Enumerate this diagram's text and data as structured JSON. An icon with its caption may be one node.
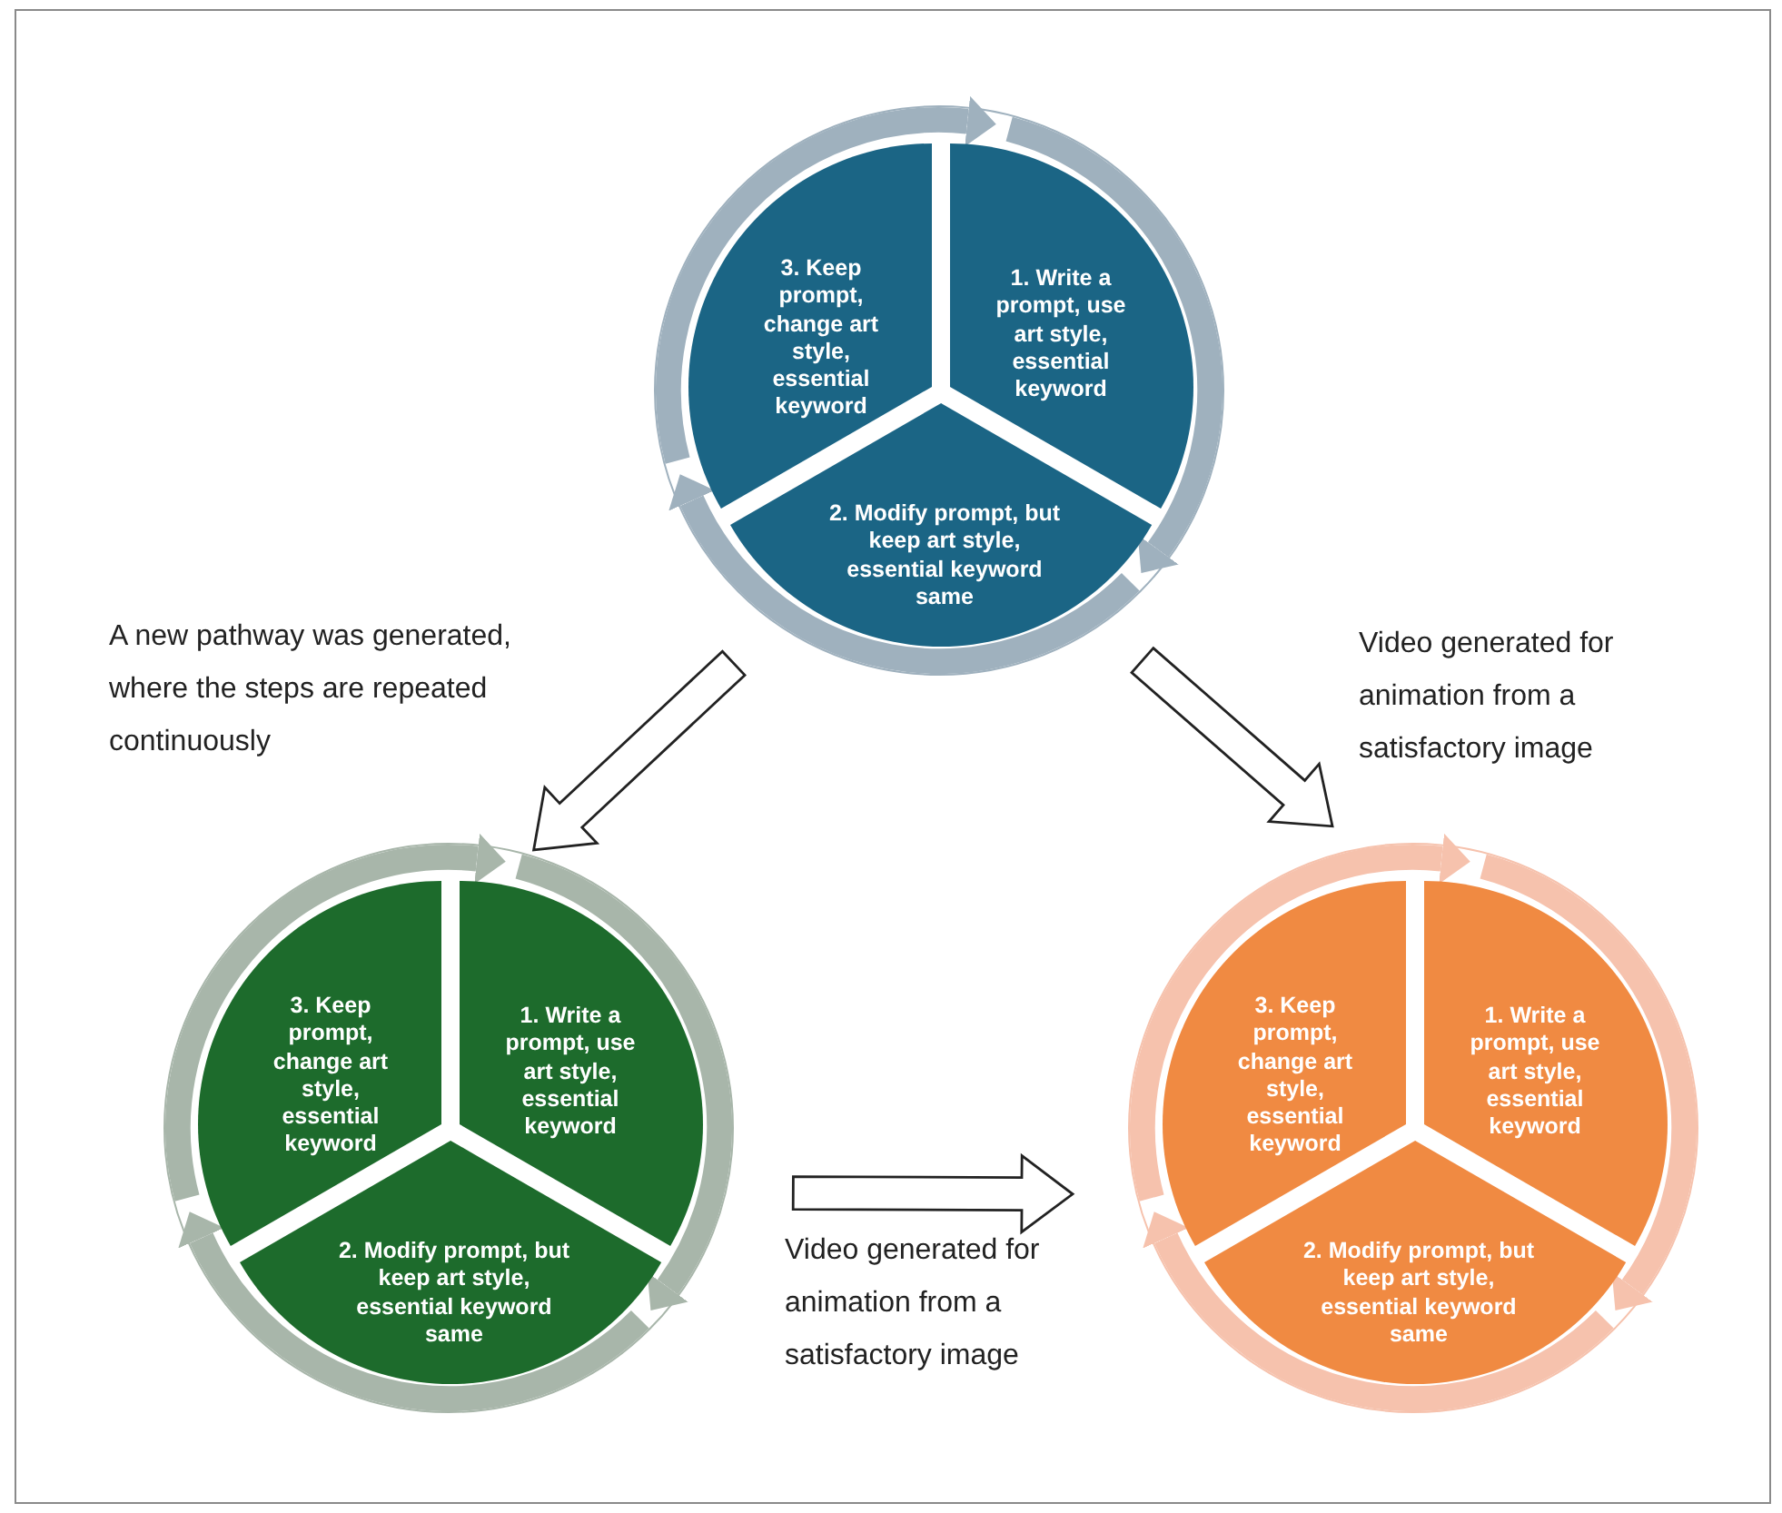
{
  "diagram": {
    "nodes": [
      {
        "text": [],
        "shape": "circle"
      },
      {
        "text": [
          "3. Keep prompt, change art style, essential keyword"
        ],
        "in": 0
      },
      {
        "text": [
          "1. Write a prompt, use art style, essential keyword"
        ],
        "in": 0
      },
      {
        "text": [
          "2. Modify prompt, but keep art style, essential keyword same"
        ],
        "in": 0
      },
      {
        "text": [],
        "shape": "circle"
      },
      {
        "text": [
          "3. Keep prompt, change art style, essential keyword"
        ],
        "in": 4
      },
      {
        "text": [
          "1. Write a prompt, use art style, essential keyword"
        ],
        "in": 4
      },
      {
        "text": [
          "2. Modify prompt, but keep art style, essential keyword same"
        ],
        "in": 4
      },
      {
        "text": [],
        "shape": "circle"
      },
      {
        "text": [
          "3. Keep prompt, change art style, essential keyword"
        ],
        "in": 8
      },
      {
        "text": [
          "1. Write a prompt, use art style, essential keyword"
        ],
        "in": 8
      },
      {
        "text": [
          "2. Modify prompt, but keep art style, essential keyword same"
        ],
        "in": 8
      }
    ],
    "edges": [
      {
        "from": 0,
        "to": 4,
        "arrow": "to",
        "label": "A new pathway was generated, where the steps are repeated continuously"
      },
      {
        "from": 0,
        "to": 8,
        "arrow": "to",
        "label": "Video generated for animation from a satisfactory image"
      },
      {
        "from": 4,
        "to": 8,
        "arrow": "to",
        "label": "Video generated for animation from a satisfactory image"
      }
    ]
  }
}
